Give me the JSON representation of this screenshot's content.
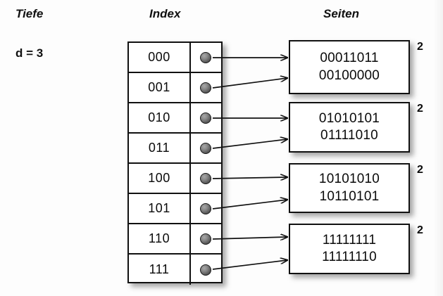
{
  "figure": {
    "type": "extendible-hashing-diagram",
    "language": "de"
  },
  "labels": {
    "depth_header": "Tiefe",
    "index_header": "Index",
    "pages_header": "Seiten",
    "depth_value": "d = 3"
  },
  "index": {
    "rows": [
      {
        "key": "000",
        "pointer_icon": "pointer-dot",
        "target": 0
      },
      {
        "key": "001",
        "pointer_icon": "pointer-dot",
        "target": 0
      },
      {
        "key": "010",
        "pointer_icon": "pointer-dot",
        "target": 1
      },
      {
        "key": "011",
        "pointer_icon": "pointer-dot",
        "target": 1
      },
      {
        "key": "100",
        "pointer_icon": "pointer-dot",
        "target": 2
      },
      {
        "key": "101",
        "pointer_icon": "pointer-dot",
        "target": 2
      },
      {
        "key": "110",
        "pointer_icon": "pointer-dot",
        "target": 3
      },
      {
        "key": "111",
        "pointer_icon": "pointer-dot",
        "target": 3
      }
    ]
  },
  "pages": [
    {
      "lines": [
        "00011011",
        "00100000"
      ],
      "count": "2"
    },
    {
      "lines": [
        "01010101",
        "01111010"
      ],
      "count": "2"
    },
    {
      "lines": [
        "10101010",
        "10110101"
      ],
      "count": "2"
    },
    {
      "lines": [
        "11111111",
        "11111110"
      ],
      "count": "2"
    }
  ],
  "colors": {
    "background": "#fdfdfd",
    "stroke": "#111111",
    "text": "#0a0a0a",
    "dot_fill": "#6e6e6e",
    "shadow": "rgba(0,0,0,0.34)"
  }
}
